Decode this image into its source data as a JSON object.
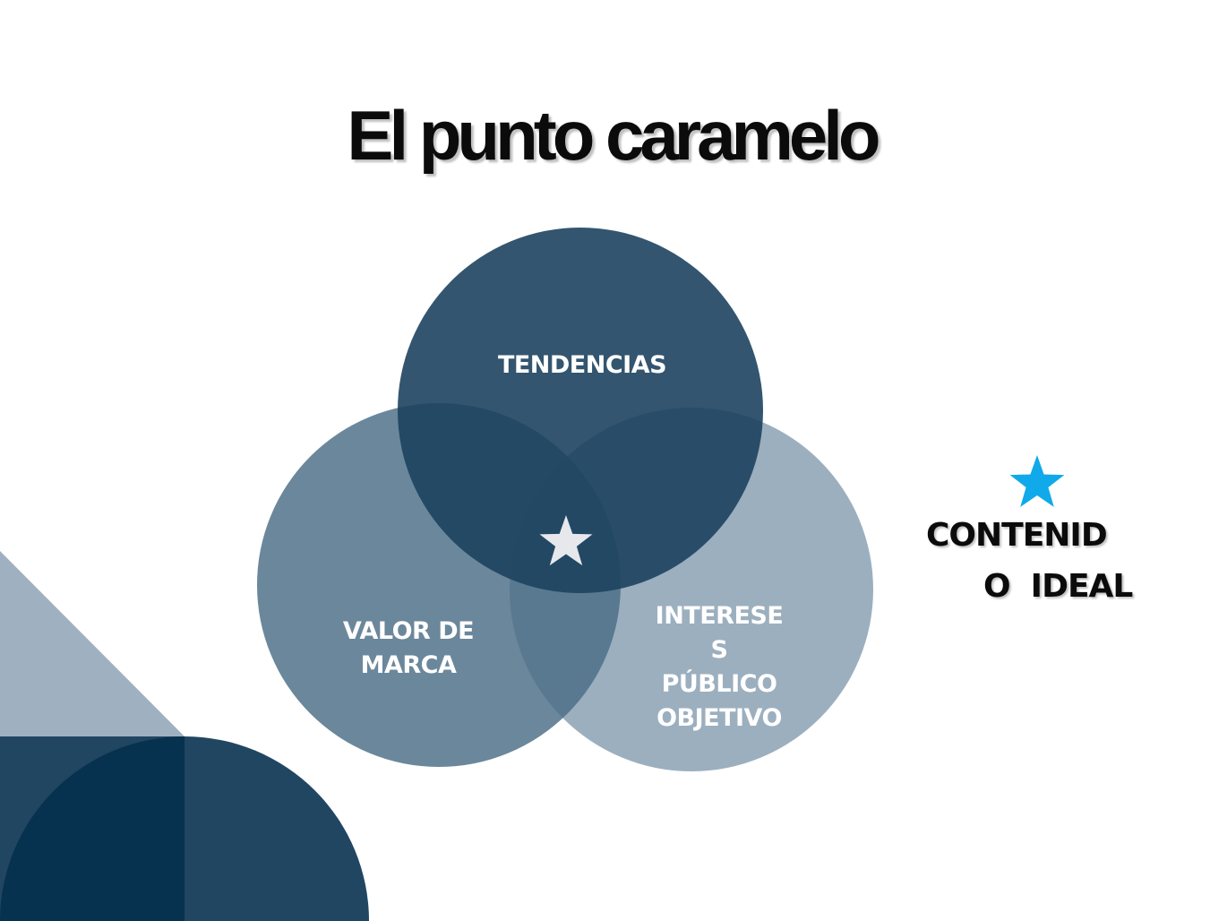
{
  "slide": {
    "title": "El punto caramelo"
  },
  "diagram": {
    "circles": [
      {
        "id": "tendencias",
        "label": "TENDENCIAS",
        "color": "#1d435f",
        "opacity": 0.9
      },
      {
        "id": "valor-de-marca",
        "label_lines": [
          "VALOR DE",
          "MARCA"
        ],
        "color": "#4a6c85",
        "opacity": 0.82
      },
      {
        "id": "intereses-publico-objetivo",
        "label_lines": [
          "INTERESE",
          "S",
          "PÚBLICO",
          "OBJETIVO"
        ],
        "color": "#8099ad",
        "opacity": 0.78
      }
    ],
    "center_star_color": "#e6e8ec"
  },
  "legend": {
    "star_color": "#10a9ea",
    "label_lines": [
      "CONTENID",
      "O  IDEAL"
    ]
  },
  "decor": {
    "triangle_color": "#9fb1c1",
    "semicircle_color": "#214662",
    "overlap_color": "#07324f",
    "band_color": "#2b5674"
  }
}
